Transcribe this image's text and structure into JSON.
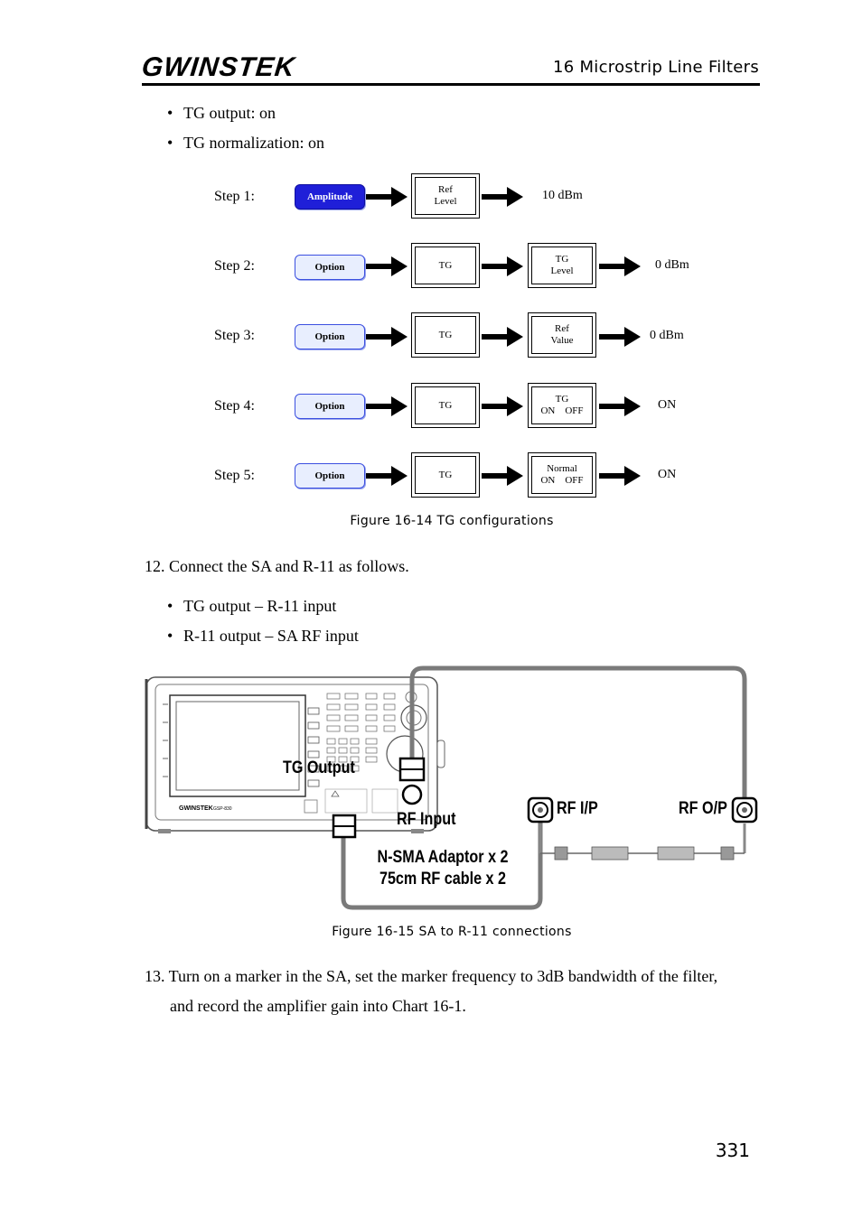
{
  "header": {
    "logo": "GWINSTEK",
    "chapter": "16 Microstrip Line Filters"
  },
  "bullets_top": [
    "TG output: on",
    "TG normalization: on"
  ],
  "steps": [
    {
      "label": "Step 1:",
      "key": "Amplitude",
      "soft1": "Ref\nLevel",
      "soft2": "",
      "value": "10 dBm"
    },
    {
      "label": "Step 2:",
      "key": "Option",
      "soft1": "TG",
      "soft2": "TG\nLevel",
      "value": "0 dBm"
    },
    {
      "label": "Step 3:",
      "key": "Option",
      "soft1": "TG",
      "soft2": "Ref\nValue",
      "value": "0 dBm"
    },
    {
      "label": "Step 4:",
      "key": "Option",
      "soft1": "TG",
      "soft2": "TG\nON    OFF",
      "value": "ON"
    },
    {
      "label": "Step 5:",
      "key": "Option",
      "soft1": "TG",
      "soft2": "Normal\nON    OFF",
      "value": "ON"
    }
  ],
  "fig14_caption": "Figure 16-14 TG configurations",
  "step12": "12. Connect the SA and R-11 as follows.",
  "bullets_mid": [
    "TG output – R-11 input",
    "R-11 output – SA RF input"
  ],
  "diagram": {
    "tg_output": "TG Output",
    "rf_input": "RF Input",
    "rf_ip": "RF I/P",
    "rf_op": "RF O/P",
    "adaptor_line1": "N-SMA Adaptor x 2",
    "adaptor_line2": "75cm RF cable x 2",
    "device_brand": "GWINSTEK",
    "device_model": "GSP-830"
  },
  "fig15_caption": "Figure 16-15 SA to R-11 connections",
  "step13_line1": "13. Turn on a marker in the SA, set the marker frequency to 3dB bandwidth of the filter,",
  "step13_line2": "and record the amplifier gain into Chart 16-1.",
  "page_number": "331"
}
